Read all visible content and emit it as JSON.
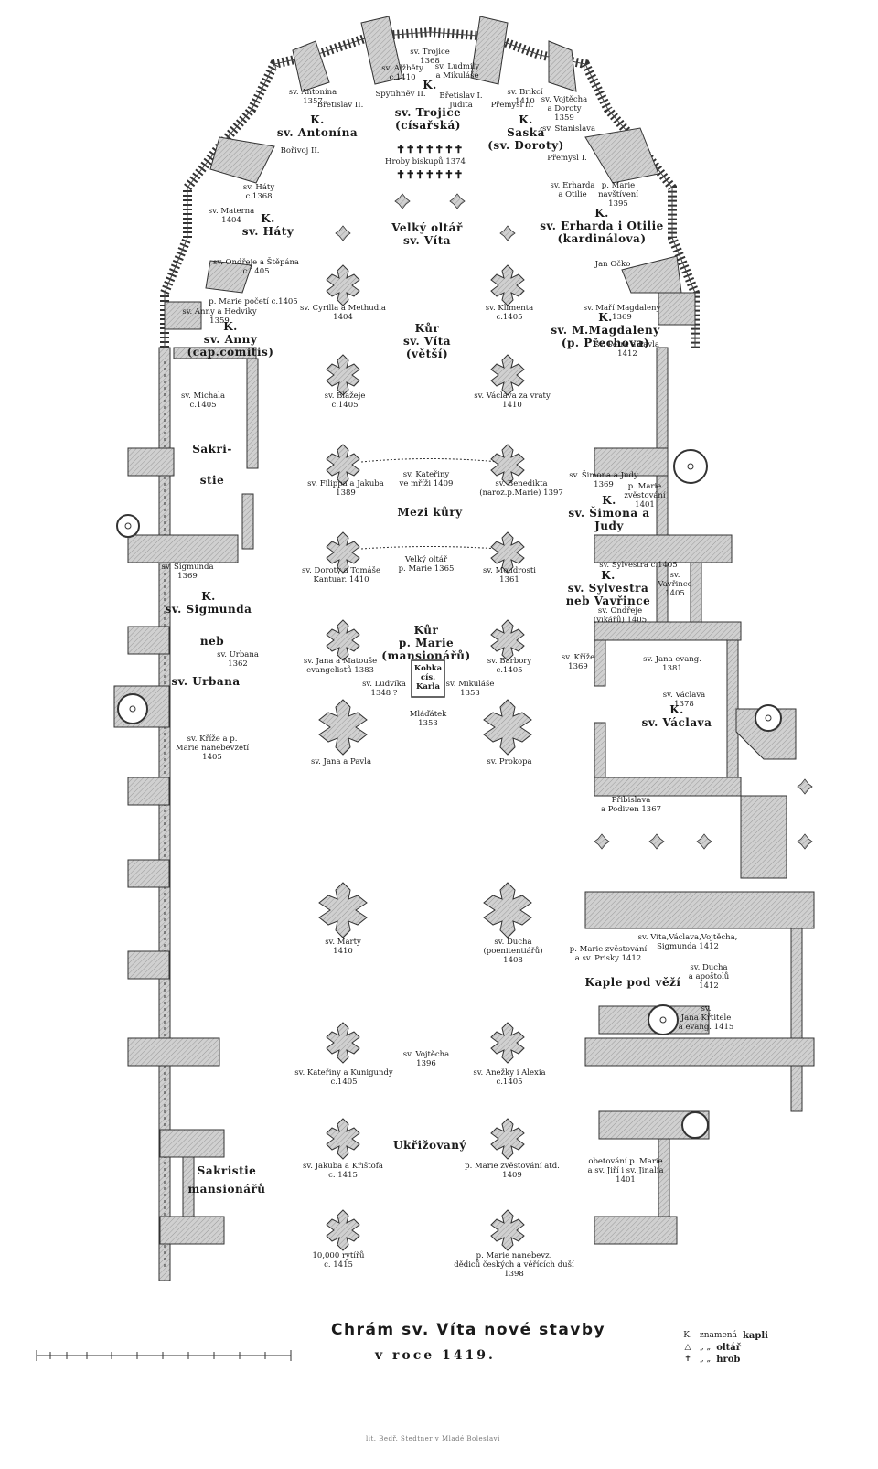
{
  "title": "Chrám sv. Víta nové stavby",
  "subtitle": "v roce 1419.",
  "credit": "lit. Bedř. Stedtner v Mladé Boleslavi",
  "legend": {
    "k_symbol": "K.",
    "k_text": "znamená",
    "k_word": "kapli",
    "altar_symbol": "△",
    "altar_text": "„ „",
    "altar_word": "oltář",
    "grave_symbol": "✝",
    "grave_text": "„ „",
    "grave_word": "hrob"
  },
  "colors": {
    "wall": "#c9c9c9",
    "wall_stroke": "#333333",
    "ink": "#1a1a1a"
  },
  "labels": {
    "trojice_top": "sv. Trojice\n1368",
    "albety": "sv. Alžběty\nc.1410",
    "ludmily": "sv. Ludmily\na Mikuláše",
    "antonina_small": "sv. Antonína\n1357",
    "brukci": "sv. Brikcí\n1410",
    "spytihnev": "Spytihněv II.",
    "bretislava_judita": "Břetislav I.\nJudita",
    "k_top": "K.",
    "bretislav_ii": "Břetislav II.",
    "premysl_ii": "Přemysl II.",
    "vojtecha_doroty": "sv. Vojtěcha\na Doroty\n1359",
    "k_antonina": "K.\nsv. Antonína",
    "k_trojice": "sv. Trojice\n(císařská)",
    "k_saska": "K.\nSaská\n(sv. Doroty)",
    "stanislava": "sv. Stanislava",
    "borivoj": "Bořivoj II.",
    "premysl_i": "Přemysl I.",
    "crosses_row": "✝✝✝✝✝✝✝",
    "hroby": "Hroby biskupů 1374",
    "haty_small": "sv. Háty\nc.1368",
    "erharda_small": "sv. Erharda\na Otilie",
    "marie_navsteveni": "p. Marie\nnavštívení\n1395",
    "materna": "sv. Materna\n1404",
    "k_haty": "K.\nsv. Háty",
    "k_erharda": "K.\nsv. Erharda i Otilie\n(kardinálova)",
    "velky_oltar": "Velký oltář\nsv. Víta",
    "ondreje_stepana": "sv. Ondřeje a Štěpána\nc.1405",
    "jan_ocko": "Jan Očko",
    "marie_pocet": "p. Marie početí c.1405",
    "anny_hedviky": "sv. Anny a Hedviky\n1359",
    "cyrilla": "sv. Cyrilla a Methudia\n1404",
    "klimenta": "sv. Klimenta\nc.1405",
    "mari_magdaleny": "sv. Maří Magdaleny\n1369",
    "k_anny": "K.\nsv. Anny\n(cap.comitis)",
    "kur_vita": "Kůr\nsv. Víta\n(větší)",
    "k_magdaleny": "K.\nsv. M.Magdaleny\n(p. Přechova)",
    "petra_pavla": "sv. Petra a Pavla\n1412",
    "michala": "sv. Michala\nc.1405",
    "blazeje": "sv. Blažeje\nc.1405",
    "vaclava_vraty": "sv. Václava za vraty\n1410",
    "sakristie": "Sakri-\nstie",
    "kateriny_mrizi": "sv. Kateřiny\nve mříži 1409",
    "filippa": "sv. Filippa a Jakuba\n1389",
    "benedikta": "sv. Benedikta\n(naroz.p.Marie) 1397",
    "simona_small": "sv. Šimona a Judy\n1369",
    "marie_zvest_1401": "p. Marie\nzvěstování\n1401",
    "k_simona": "K.\nsv. Šimona a\nJudy",
    "mezi_kury": "Mezi kůry",
    "sylvestra_small": "sv. Sylvestra c.1405",
    "zigmunda_small": "sv. Sigmunda\n1369",
    "doroty_tomase": "sv. Doroty a Tomáše\nKantuar. 1410",
    "velky_oltar_marie": "Velký oltář\np. Marie 1365",
    "moudrosti": "sv. Moudrosti\n1361",
    "k_sylvestra": "K.\nsv. Sylvestra\nneb Vavřince",
    "vavrince": "sv.\nVavřince\n1405",
    "k_zigmunda": "K.\nsv. Sigmunda",
    "neb": "neb",
    "ondreje_vikaru": "sv. Ondřeje\n(vikářů) 1405",
    "kur_marie": "Kůr\np. Marie\n(mansionářů)",
    "urbana_small": "sv. Urbana\n1362",
    "jana_matouse": "sv. Jana a Matouše\nevangelistů 1383",
    "barbory": "sv. Barbory\nc.1405",
    "krize_1369": "sv. Kříže\n1369",
    "jana_evang": "sv. Jana evang.\n1381",
    "urbana_big": "sv. Urbana",
    "kobka": "Kobka\ncís.\nKarla",
    "ludvika": "sv. Ludvíka\n1348 ?",
    "mikulase": "sv. Mikuláše\n1353",
    "vaclava_1378": "sv. Václava\n1378",
    "k_vaclava": "K.\nsv. Václava",
    "mladatek": "Mláďátek\n1353",
    "krize_marie": "sv. Kříže a p.\nMarie nanebevzetí\n1405",
    "jana_pavla": "sv. Jana a Pavla",
    "prokopa": "sv. Prokopa",
    "pribislava": "Přibislava\na Podiven 1367",
    "marty": "sv. Marty\n1410",
    "ducha": "sv. Ducha\n(poenitentiářů)\n1408",
    "vita_vaclava": "sv. Víta,Václava,Vojtěcha,\nSigmunda 1412",
    "marie_zvest_1412": "p. Marie zvěstování\na sv. Prisky 1412",
    "ducha_apostolu": "sv. Ducha\na apoštolů\n1412",
    "kaple_vezi": "Kaple pod věží",
    "jana_krtitele": "sv.\nJana Křtitele\na evang. 1415",
    "vojtecha_1396": "sv. Vojtěcha\n1396",
    "kateriny_kunigundy": "sv. Kateřiny a Kunigundy\nc.1405",
    "anezky": "sv. Anežky i Alexia\nc.1405",
    "ukrizovany": "Ukřižovaný",
    "obetovani": "obetování p. Marie\na sv. Jiří i sv. Jinalia\n1401",
    "sakristie_mans": "Sakristie\nmansionářů",
    "jakuba_kristofa": "sv. Jakuba a Křištofa\nc. 1415",
    "marie_zvest_atd": "p. Marie zvěstování atd.\n1409",
    "rytiru": "10,000 rytířů\nc. 1415",
    "marie_nanebevz": "p. Marie nanebevz.\ndědiců českých a věřících duší\n1398"
  }
}
